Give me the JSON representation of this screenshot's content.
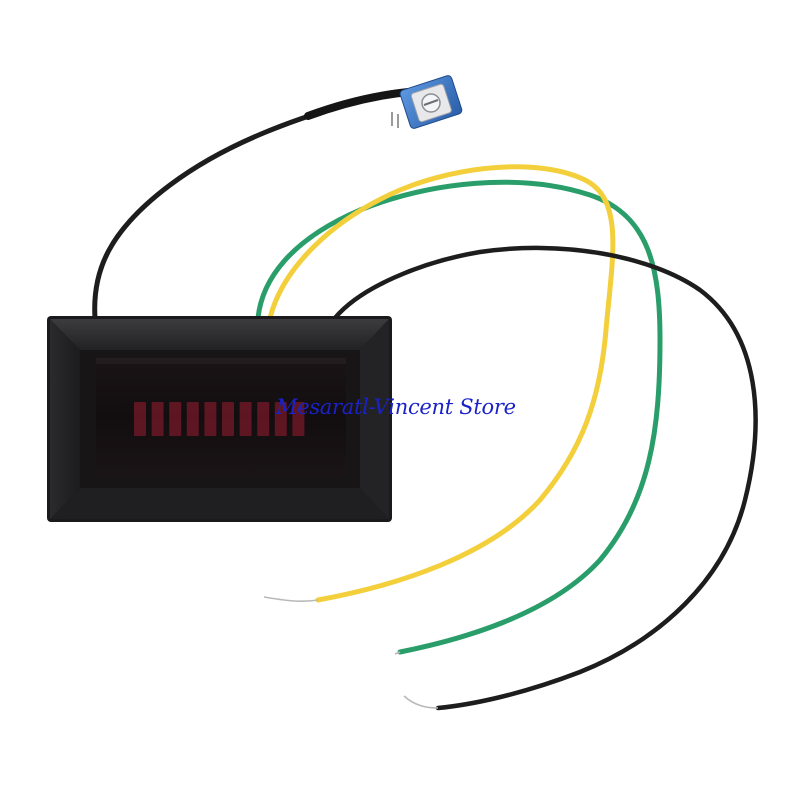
{
  "watermark": {
    "text": "Mesaratl-Vincent Store"
  },
  "meter": {
    "segments_total": 10,
    "segments_lit": 0
  },
  "colors": {
    "background": "#ffffff",
    "housing": "#2a2a2c",
    "wire_black": "#1d1d1d",
    "wire_yellow": "#f3cf3c",
    "wire_green": "#2a9e6a",
    "segment_unlit": "#6b1826",
    "potentiometer": "#3a78c6",
    "watermark": "#1a22c8"
  },
  "icons": {
    "potentiometer": "trimmer-potentiometer-icon",
    "led_bar": "led-bargraph-icon"
  }
}
